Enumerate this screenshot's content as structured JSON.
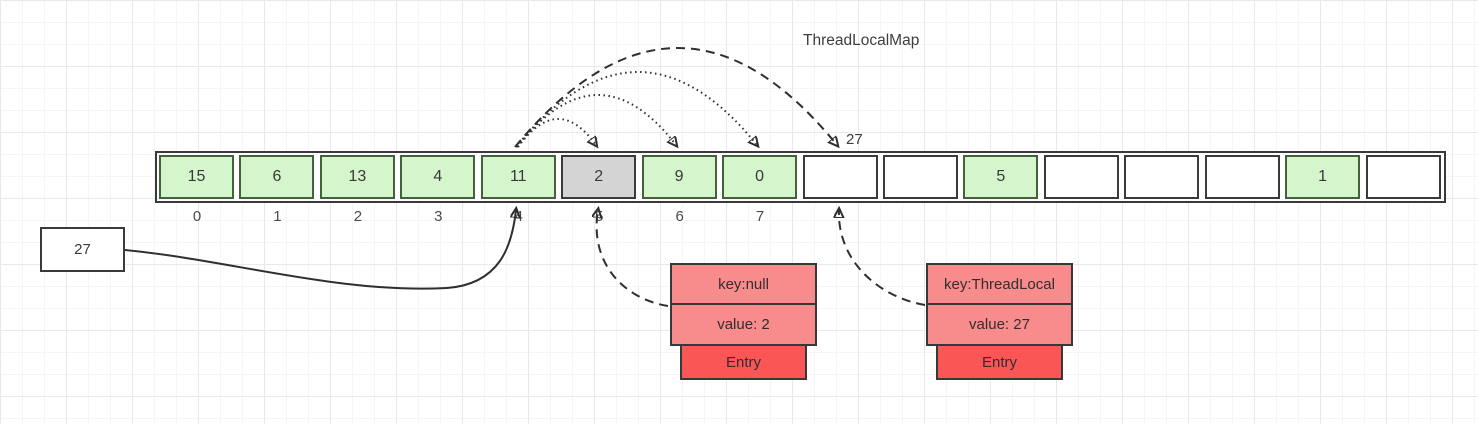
{
  "title": "ThreadLocalMap",
  "colors": {
    "green": "#d5f6cc",
    "green_stroke": "#44603c",
    "gray": "#d4d4d4",
    "cell_stroke": "#3a3a3a",
    "entry_row": "#f88b8b",
    "entry_footer": "#fb5656"
  },
  "array": {
    "cells": [
      {
        "value": "15",
        "state": "green"
      },
      {
        "value": "6",
        "state": "green"
      },
      {
        "value": "13",
        "state": "green"
      },
      {
        "value": "4",
        "state": "green"
      },
      {
        "value": "11",
        "state": "green"
      },
      {
        "value": "2",
        "state": "gray"
      },
      {
        "value": "9",
        "state": "green"
      },
      {
        "value": "0",
        "state": "green"
      },
      {
        "value": "",
        "state": "white"
      },
      {
        "value": "",
        "state": "white"
      },
      {
        "value": "5",
        "state": "green"
      },
      {
        "value": "",
        "state": "white"
      },
      {
        "value": "",
        "state": "white"
      },
      {
        "value": "",
        "state": "white"
      },
      {
        "value": "1",
        "state": "green"
      },
      {
        "value": "",
        "state": "white"
      }
    ],
    "index_labels": [
      "0",
      "1",
      "2",
      "3",
      "4",
      "5",
      "6",
      "7"
    ]
  },
  "probe_label": "27",
  "value_box": {
    "label": "27"
  },
  "entries": [
    {
      "key": "key:null",
      "value": "value: 2",
      "footer": "Entry"
    },
    {
      "key": "key:ThreadLocal",
      "value": "value: 27",
      "footer": "Entry"
    }
  ]
}
